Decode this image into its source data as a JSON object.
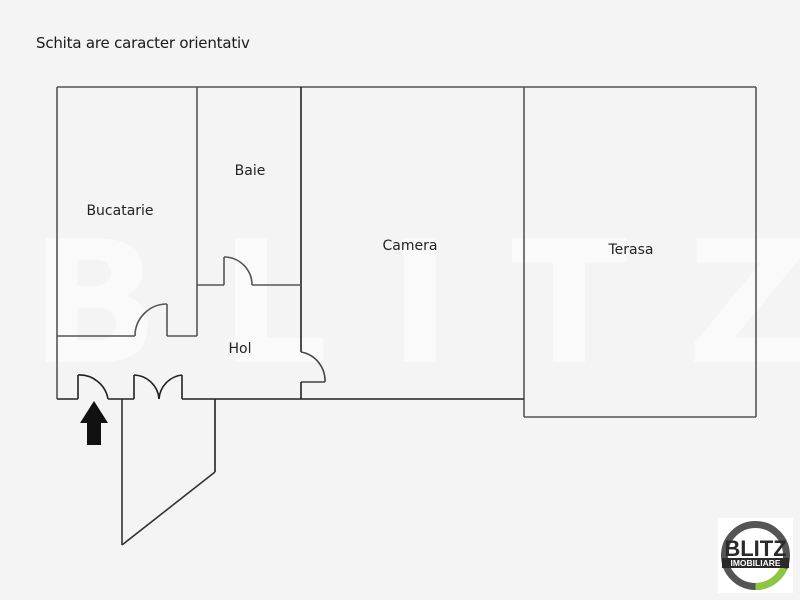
{
  "caption": "Schita are caracter orientativ",
  "rooms": {
    "bucatarie": "Bucatarie",
    "baie": "Baie",
    "camera": "Camera",
    "terasa": "Terasa",
    "hol": "Hol"
  },
  "watermark": "BLITZ",
  "logo": {
    "line1": "BLITZ",
    "line2": "IMOBILIARE",
    "ring_color": "#555555",
    "accent_color": "#8dc63f"
  },
  "icons": {
    "entrance": "entrance-arrow-icon"
  }
}
